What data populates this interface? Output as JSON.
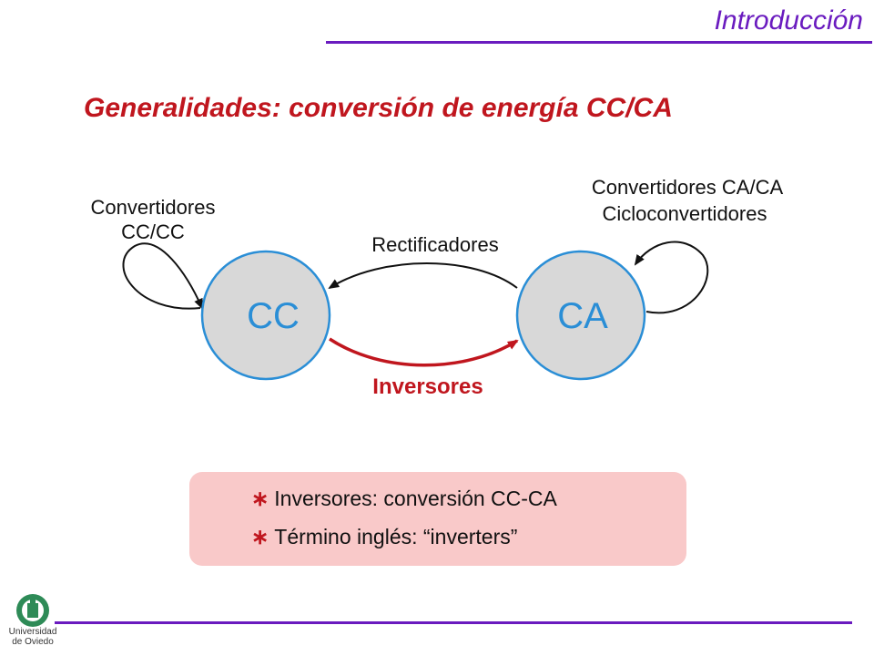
{
  "header": {
    "section_title": "Introducción"
  },
  "slide": {
    "title": "Generalidades: conversión de energía CC/CA"
  },
  "diagram": {
    "nodes": [
      {
        "id": "cc",
        "label": "CC"
      },
      {
        "id": "ca",
        "label": "CA"
      }
    ],
    "edges": {
      "rectifiers": "Rectificadores",
      "inverters": "Inversores"
    },
    "loops": {
      "cc_line1": "Convertidores",
      "cc_line2": "CC/CC",
      "ca_line1": "Convertidores CA/CA",
      "ca_line2": "Cicloconvertidores"
    },
    "colors": {
      "node_fill": "#d8d8d8",
      "node_stroke": "#2a8ed6",
      "accent_red": "#c0161e",
      "accent_purple": "#6a1bbf"
    }
  },
  "notes": {
    "items": [
      "Inversores: conversión CC-CA",
      "Término inglés: “inverters”"
    ],
    "bullet": "∗"
  },
  "footer": {
    "logo_line1": "Universidad",
    "logo_line2": "de Oviedo"
  }
}
